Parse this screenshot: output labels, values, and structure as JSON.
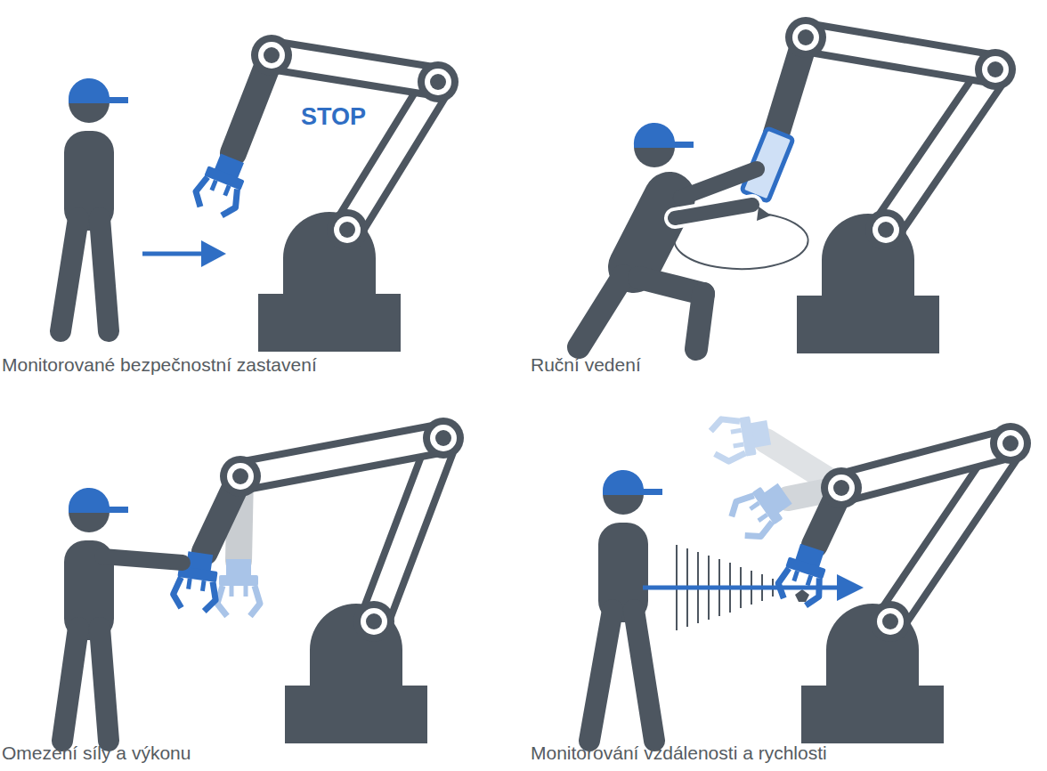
{
  "diagram": {
    "labels": [
      "STOP",
      "Monitorované bezpečnostní zastavení",
      "Ruční vedení",
      "Omezení síly a výkonu",
      "Monitorování vzdálenosti a rychlosti"
    ]
  }
}
